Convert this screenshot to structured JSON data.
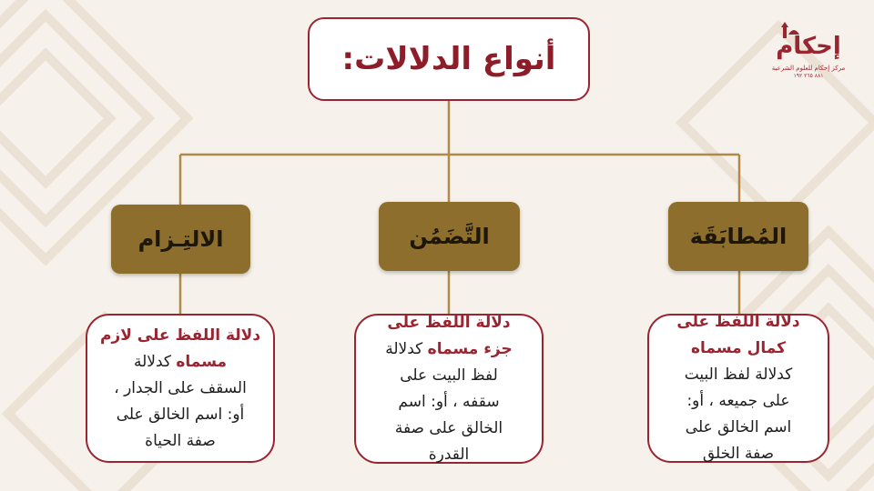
{
  "title": "أنواع الدلالات:",
  "brand": {
    "name": "إحكام",
    "tagline": "مركز إحكام للعلوم الشرعية",
    "number": "٨٨١ ٢٦٥ ١٩٢"
  },
  "categories": [
    {
      "label": "المُطابَقَة"
    },
    {
      "label": "التَّضَمُن"
    },
    {
      "label": "الالتِـزام"
    }
  ],
  "definitions": [
    {
      "lines": [
        {
          "hl": "دلالة اللفظ على",
          "text": ""
        },
        {
          "hl": "كمال مسماه",
          "text": ""
        },
        {
          "hl": "",
          "text": "كدلالة لفظ البيت"
        },
        {
          "hl": "",
          "text": "على جميعه ، أو:"
        },
        {
          "hl": "",
          "text": "اسم الخالق على"
        },
        {
          "hl": "",
          "text": "صفة الخلق"
        }
      ]
    },
    {
      "lines": [
        {
          "hl": "دلالة اللفظ على",
          "text": ""
        },
        {
          "hl": "جزء مسماه",
          "text": " كدلالة"
        },
        {
          "hl": "",
          "text": "لفظ البيت على"
        },
        {
          "hl": "",
          "text": "سقفه ، أو: اسم"
        },
        {
          "hl": "",
          "text": "الخالق على صفة"
        },
        {
          "hl": "",
          "text": "القدرة"
        }
      ]
    },
    {
      "lines": [
        {
          "hl": "دلالة اللفظ على لازم",
          "text": ""
        },
        {
          "hl": "مسماه",
          "text": " كدلالة"
        },
        {
          "hl": "",
          "text": "السقف على الجدار ،"
        },
        {
          "hl": "",
          "text": "أو: اسم الخالق على"
        },
        {
          "hl": "",
          "text": "صفة الحياة"
        }
      ]
    }
  ],
  "colors": {
    "background": "#f6f1ea",
    "accent": "#9a2531",
    "category_fill": "#8d6e2c",
    "connector": "#b08a4a"
  }
}
